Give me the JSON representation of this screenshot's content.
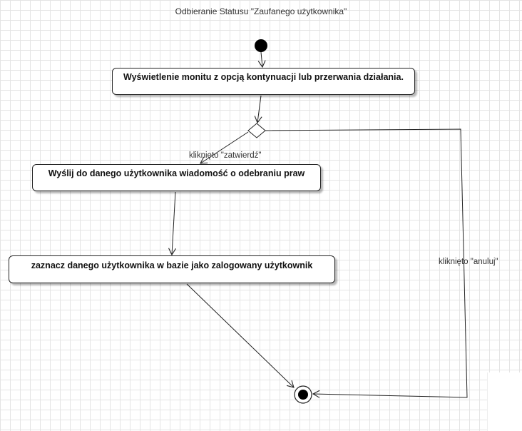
{
  "diagram": {
    "title": "Odbieranie Statusu \"Zaufanego użytkownika\"",
    "nodes": {
      "show_prompt": "Wyświetlenie monitu z opcją kontynuacji lub przerwania działania.",
      "send_message": "Wyślij do danego użytkownika wiadomość o odebraniu praw",
      "mark_logged": "zaznacz danego użytkownika w bazie jako zalogowany użytkownik"
    },
    "guards": {
      "confirm": "kliknięto \"zatwierdź\"",
      "cancel": "kliknięto \"anuluj\""
    },
    "edges": [
      {
        "from": "initial",
        "to": "show_prompt"
      },
      {
        "from": "show_prompt",
        "to": "decision"
      },
      {
        "from": "decision",
        "to": "send_message",
        "guard": "confirm"
      },
      {
        "from": "decision",
        "to": "final",
        "guard": "cancel"
      },
      {
        "from": "send_message",
        "to": "mark_logged"
      },
      {
        "from": "mark_logged",
        "to": "final"
      }
    ],
    "colors": {
      "line": "#222222",
      "grid": "#e4e4e4",
      "background": "#ffffff"
    }
  }
}
